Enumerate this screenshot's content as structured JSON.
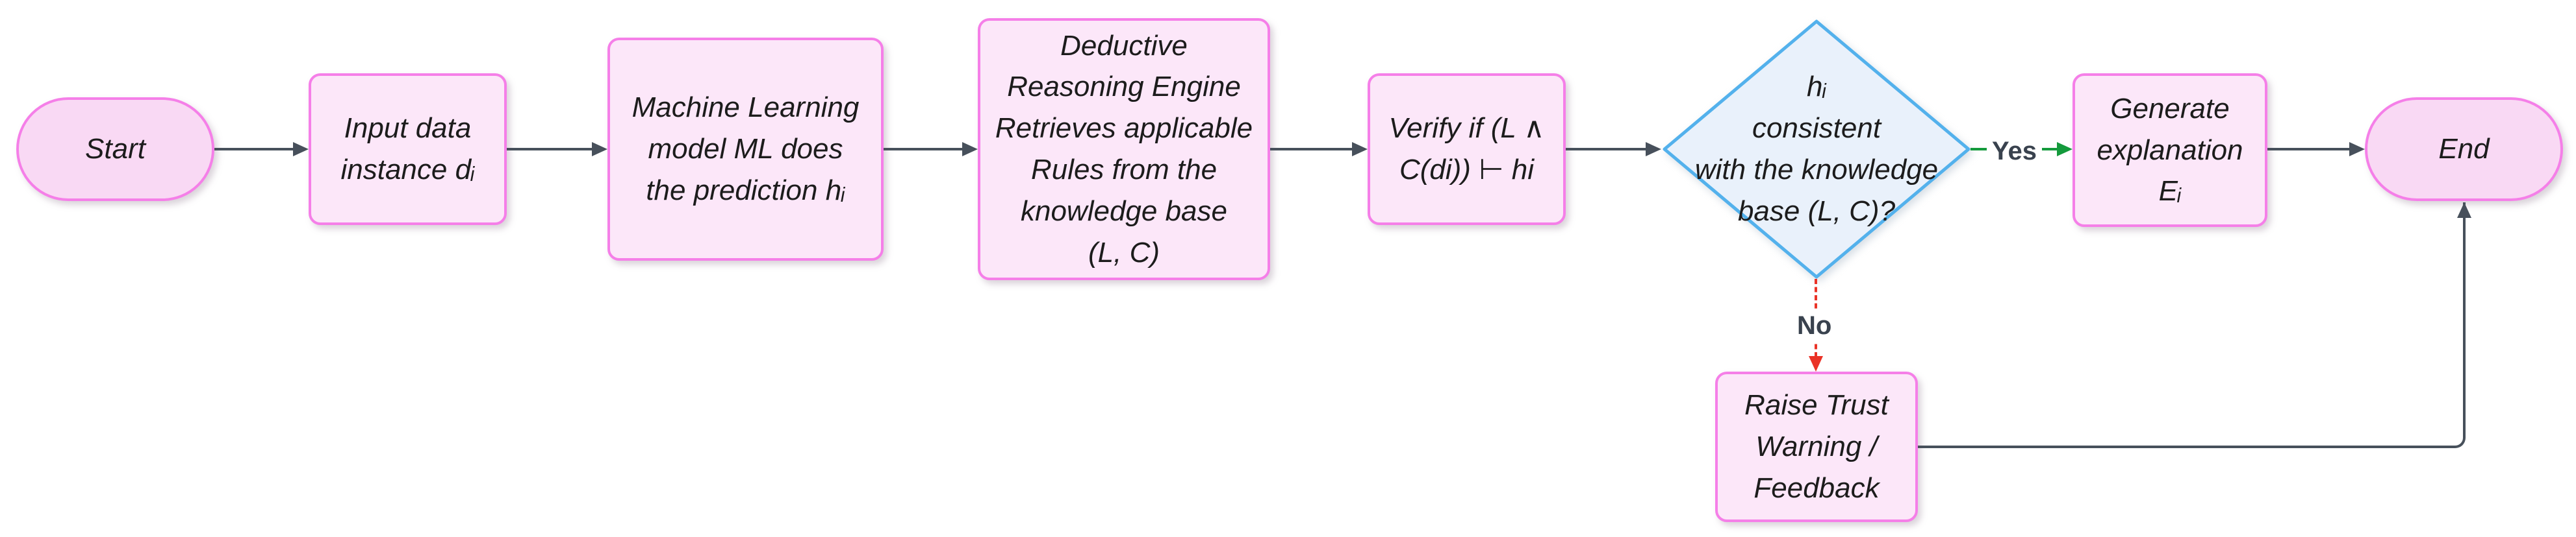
{
  "diagram": {
    "type": "flowchart",
    "background": "#ffffff"
  },
  "nodes": {
    "start": {
      "shape": "terminal",
      "label": "Start"
    },
    "input_data": {
      "shape": "process",
      "label": "Input data\ninstance dᵢ"
    },
    "ml_model": {
      "shape": "process",
      "label": "Machine Learning\nmodel ML does\nthe prediction hᵢ"
    },
    "deductive_engine": {
      "shape": "process",
      "label": "Deductive\nReasoning Engine\nRetrieves applicable\nRules from the\nknowledge base\n(L, C)"
    },
    "verify": {
      "shape": "process",
      "label": "Verify if (L ∧\nC(di)) ⊢ hi"
    },
    "consistency_check": {
      "shape": "decision",
      "label": "hᵢ\nconsistent\nwith the knowledge\nbase (L, C)?"
    },
    "generate_explanation": {
      "shape": "process",
      "label": "Generate\nexplanation\nEᵢ"
    },
    "end": {
      "shape": "terminal",
      "label": "End"
    },
    "raise_warning": {
      "shape": "process",
      "label": "Raise Trust\nWarning /\nFeedback"
    }
  },
  "edges": {
    "yes_label": "Yes",
    "no_label": "No"
  },
  "colors": {
    "process_fill": "#fce7f9",
    "process_border": "#f57fe8",
    "terminal_fill": "#f9d9f4",
    "decision_fill": "#e9f1fb",
    "decision_border": "#53b1ec",
    "arrow": "#47505b",
    "yes_edge": "#149a3c",
    "no_edge": "#ea3327",
    "edge_label_text": "#39424e",
    "node_text": "#1c1c1c"
  }
}
